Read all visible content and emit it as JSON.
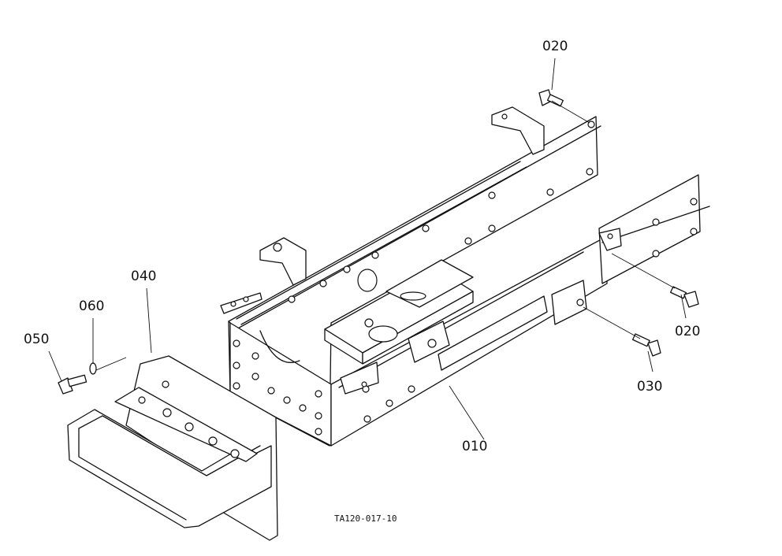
{
  "diagram": {
    "labels": {
      "p010": "010",
      "p020a": "020",
      "p020b": "020",
      "p030": "030",
      "p040": "040",
      "p050": "050",
      "p060": "060"
    },
    "drawing_code": "TA120-017-10"
  }
}
